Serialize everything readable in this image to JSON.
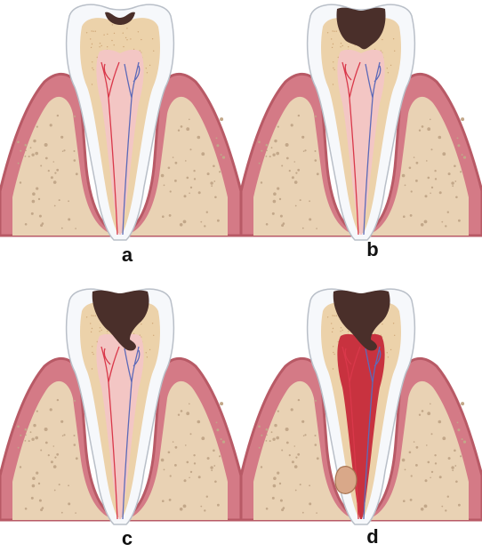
{
  "stages": [
    {
      "label": "a",
      "decay": 1,
      "inflamed": false,
      "abscess": false
    },
    {
      "label": "b",
      "decay": 2,
      "inflamed": false,
      "abscess": false
    },
    {
      "label": "c",
      "decay": 3,
      "inflamed": false,
      "abscess": false
    },
    {
      "label": "d",
      "decay": 3,
      "inflamed": true,
      "abscess": true
    }
  ],
  "colors": {
    "gum": "#d47a86",
    "gum_dark": "#b85a66",
    "bone": "#e9d2b4",
    "bone_dot": "#c2a789",
    "enamel": "#f6f8fb",
    "dentin": "#ecd2aa",
    "dentin_dot": "#cfa778",
    "pulp": "#f3c6c4",
    "pulp_inflamed": "#c8323f",
    "artery": "#d9384a",
    "vein": "#5d6ab8",
    "decay": "#4a2f2a",
    "abscess": "#d9a889"
  }
}
